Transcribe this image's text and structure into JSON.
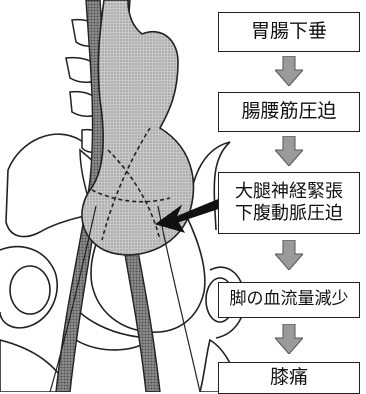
{
  "flow": {
    "step1": "胃腸下垂",
    "step2": "腸腰筋圧迫",
    "step3_line1": "大腿神経緊張",
    "step3_line2": "下腹動脈圧迫",
    "step4": "脚の血流量減少",
    "step5": "膝痛"
  },
  "icons": {
    "flow_arrow": "down-arrow-icon",
    "pointer": "left-pointing-arrow-icon"
  },
  "colors": {
    "stroke": "#222222",
    "organ_fill": "#bcbcbc",
    "muscle_fill": "#7a7a7a",
    "bone_fill": "#ffffff",
    "arrow_fill": "#9a9a9a"
  }
}
